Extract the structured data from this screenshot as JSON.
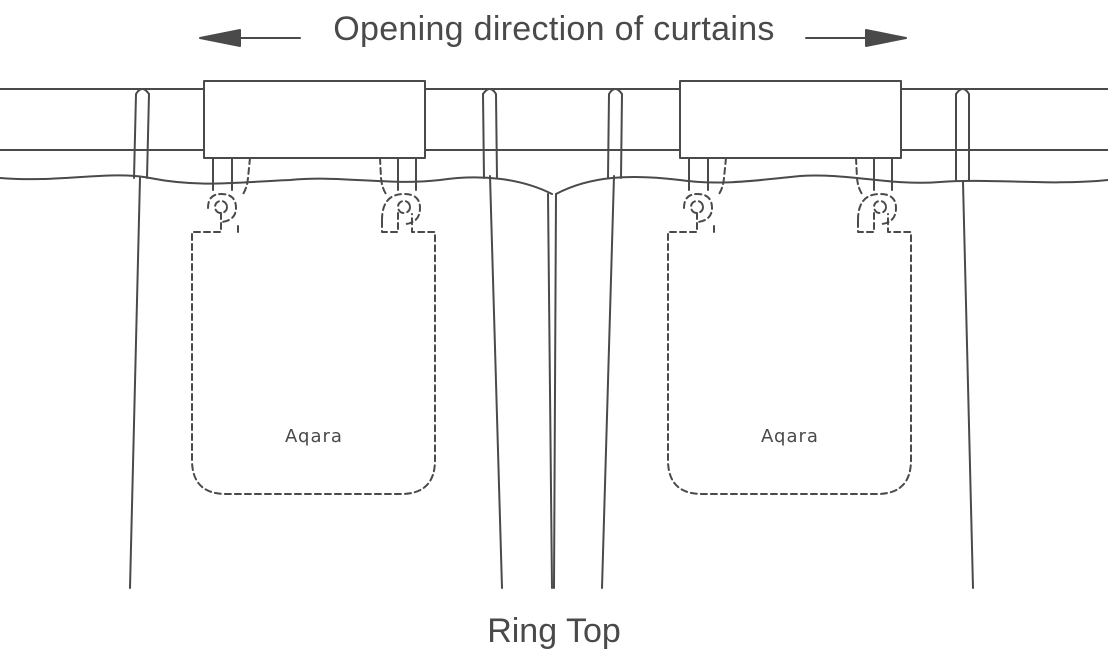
{
  "header": {
    "direction_label": "Opening direction of curtains"
  },
  "footer": {
    "caption": "Ring Top"
  },
  "motors": [
    {
      "brand": "Aqara"
    },
    {
      "brand": "Aqara"
    }
  ],
  "colors": {
    "line": "#4a4a4a",
    "background": "#ffffff"
  }
}
